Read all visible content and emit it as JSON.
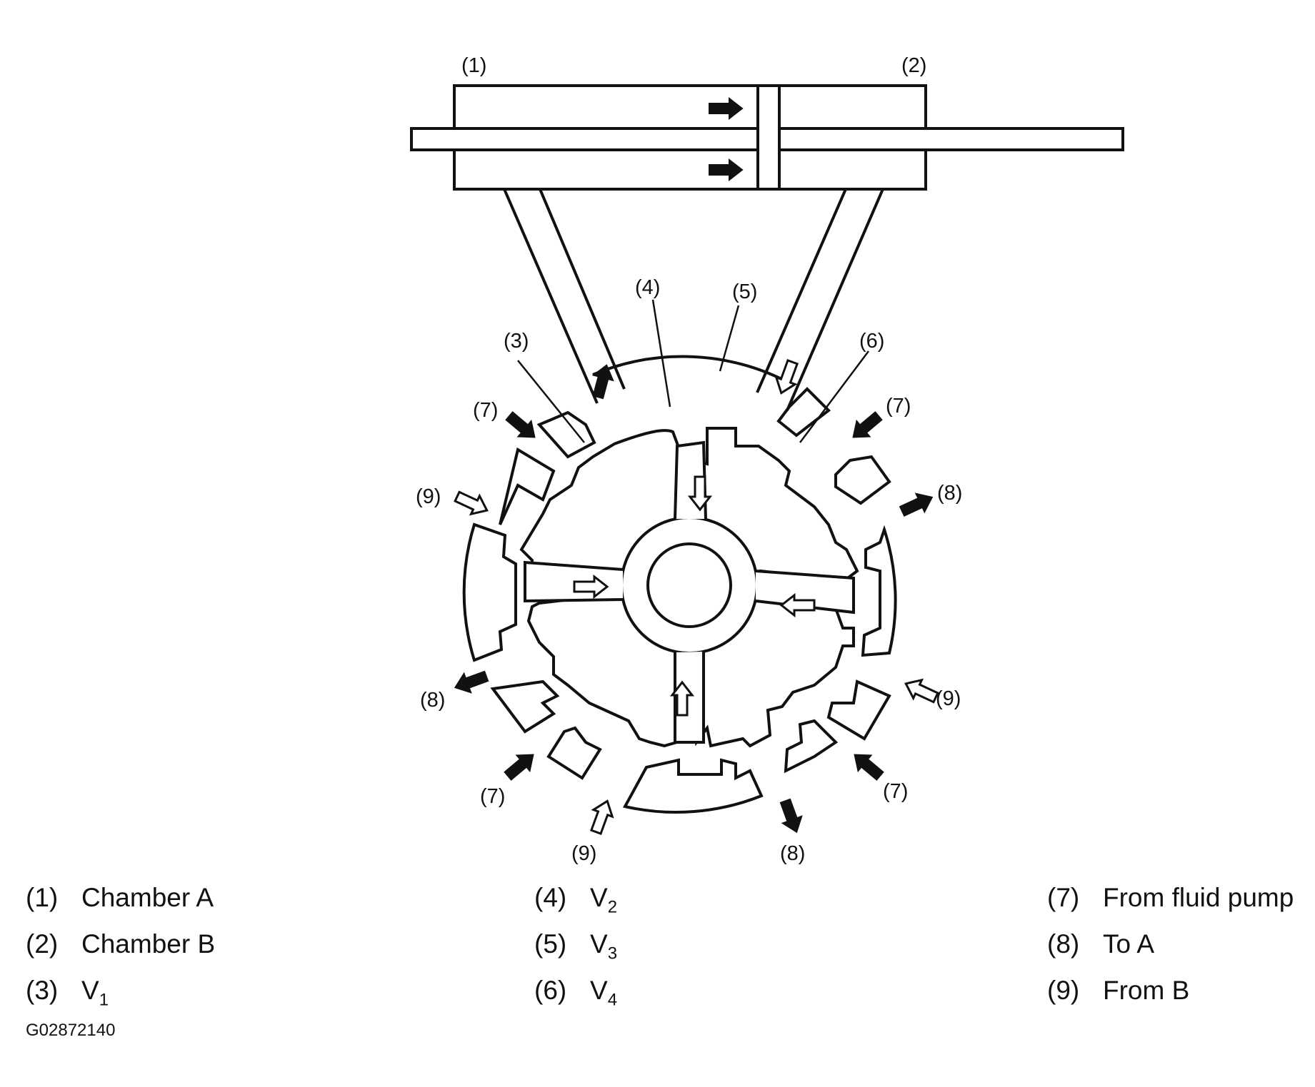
{
  "callouts": {
    "c1": "(1)",
    "c2": "(2)",
    "c3": "(3)",
    "c4": "(4)",
    "c5": "(5)",
    "c6": "(6)",
    "c7a": "(7)",
    "c7b": "(7)",
    "c7c": "(7)",
    "c7d": "(7)",
    "c8a": "(8)",
    "c8b": "(8)",
    "c8c": "(8)",
    "c9a": "(9)",
    "c9b": "(9)",
    "c9c": "(9)"
  },
  "legend": [
    {
      "num": "(1)",
      "text": "Chamber A",
      "sub": ""
    },
    {
      "num": "(2)",
      "text": "Chamber B",
      "sub": ""
    },
    {
      "num": "(3)",
      "text": "V",
      "sub": "1"
    },
    {
      "num": "(4)",
      "text": "V",
      "sub": "2"
    },
    {
      "num": "(5)",
      "text": "V",
      "sub": "3"
    },
    {
      "num": "(6)",
      "text": "V",
      "sub": "4"
    },
    {
      "num": "(7)",
      "text": "From fluid pump",
      "sub": ""
    },
    {
      "num": "(8)",
      "text": "To A",
      "sub": ""
    },
    {
      "num": "(9)",
      "text": "From B",
      "sub": ""
    }
  ],
  "figure_id": "G02872140",
  "colors": {
    "line": "#111111",
    "fill": "#ffffff",
    "arrow_solid": "#111111"
  }
}
